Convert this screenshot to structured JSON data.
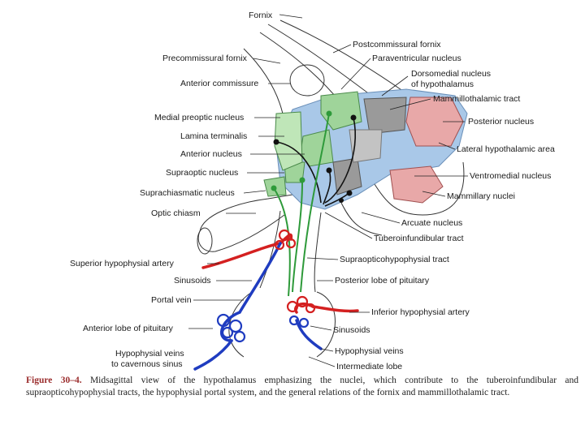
{
  "labels": {
    "fornix": "Fornix",
    "postcommissural_fornix": "Postcommissural fornix",
    "precommissural_fornix": "Precommissural fornix",
    "paraventricular_nucleus": "Paraventricular nucleus",
    "dorsomedial_nucleus_1": "Dorsomedial nucleus",
    "dorsomedial_nucleus_2": "of hypothalamus",
    "anterior_commissure": "Anterior commissure",
    "mammillothalamic_tract": "Mammillothalamic tract",
    "medial_preoptic_nucleus": "Medial preoptic nucleus",
    "posterior_nucleus": "Posterior nucleus",
    "lamina_terminalis": "Lamina terminalis",
    "lateral_hypothalamic_area": "Lateral hypothalamic area",
    "anterior_nucleus": "Anterior nucleus",
    "supraoptic_nucleus": "Supraoptic nucleus",
    "ventromedial_nucleus": "Ventromedial nucleus",
    "suprachiasmatic_nucleus": "Suprachiasmatic nucleus",
    "mammillary_nuclei": "Mammillary nuclei",
    "optic_chiasm": "Optic chiasm",
    "arcuate_nucleus": "Arcuate nucleus",
    "tuberoinfundibular_tract": "Tuberoinfundibular tract",
    "superior_hypophysial_artery": "Superior hypophysial artery",
    "supraopticohypophysial_tract": "Supraopticohypophysial tract",
    "sinusoids_left": "Sinusoids",
    "posterior_lobe": "Posterior lobe of pituitary",
    "portal_vein": "Portal vein",
    "inferior_hypophysial_artery": "Inferior hypophysial artery",
    "anterior_lobe": "Anterior lobe of pituitary",
    "sinusoids_right": "Sinusoids",
    "hypophysial_veins_left_1": "Hypophysial veins",
    "hypophysial_veins_left_2": "to cavernous sinus",
    "hypophysial_veins_right": "Hypophysial veins",
    "intermediate_lobe": "Intermediate lobe"
  },
  "caption": {
    "figure_number": "Figure 30–4.",
    "text": "Midsagittal view of the hypothalamus emphasizing the nuclei, which contribute to the tuberoinfundibular and supraopticohypophysial tracts, the hypophysial portal system, and the general relations of the fornix and mammillothalamic tract."
  },
  "colors": {
    "blue_area": "#a9c8e8",
    "green_nuclei": "#9fd49a",
    "gray_nuclei": "#9a9a9a",
    "pink_nuclei": "#e8a8a8",
    "artery_red": "#d42020",
    "vein_blue": "#1f3cc0",
    "tract_green": "#2e9a3a"
  }
}
